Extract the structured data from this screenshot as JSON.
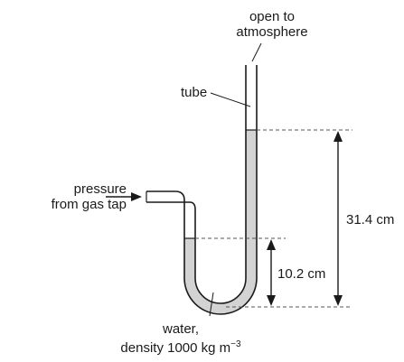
{
  "labels": {
    "open_line1": "open to",
    "open_line2": "atmosphere",
    "tube": "tube",
    "pressure_line1": "pressure",
    "pressure_line2": "from gas tap",
    "height_total": "31.4 cm",
    "height_small": "10.2 cm",
    "water_line1": "water,",
    "water_line2_text": "density 1000 kg m",
    "water_line2_exp": "−3"
  },
  "colors": {
    "water": "#d3d3d3",
    "tube_outline": "#1a1a1a",
    "dashed": "#555555"
  }
}
